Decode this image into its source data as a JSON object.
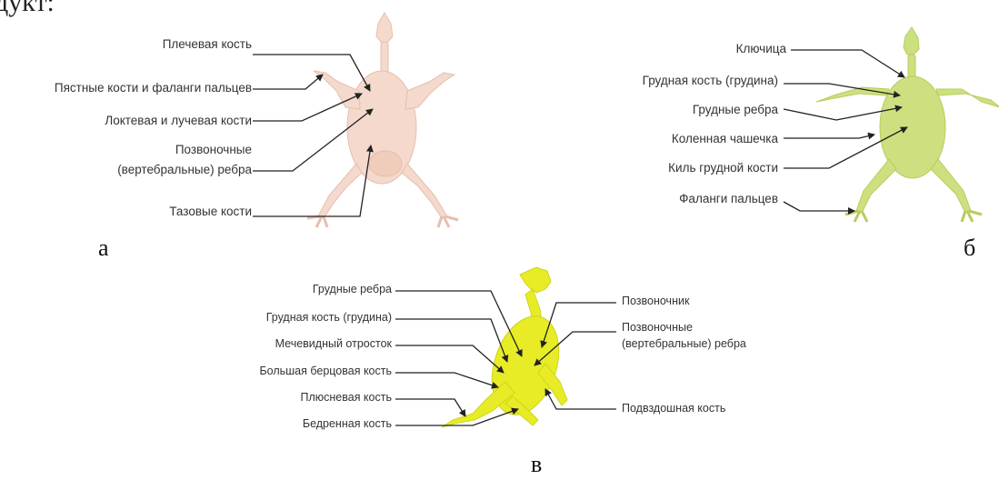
{
  "fragment_text": "дукт:",
  "panel_a": {
    "letter": "а",
    "labels": {
      "humerus": "Плечевая кость",
      "metacarpals": "Пястные кости и фаланги пальцев",
      "ulna_radius": "Локтевая и лучевая кости",
      "vert_ribs_line1": "Позвоночные",
      "vert_ribs_line2": "(вертебральные) ребра",
      "pelvis": "Тазовые кости"
    },
    "color": "#f3d6c8"
  },
  "panel_b": {
    "letter": "б",
    "labels": {
      "clavicle": "Ключица",
      "sternum": "Грудная кость (грудина)",
      "ribs": "Грудные ребра",
      "patella": "Коленная чашечка",
      "keel": "Киль грудной кости",
      "phalanges": "Фаланги пальцев"
    },
    "color": "#c9e07a"
  },
  "panel_v": {
    "letter": "в",
    "labels_left": {
      "ribs": "Грудные ребра",
      "sternum": "Грудная кость (грудина)",
      "xiphoid": "Мечевидный отросток",
      "tibia": "Большая берцовая кость",
      "metatarsal": "Плюсневая кость",
      "femur": "Бедренная кость"
    },
    "labels_right": {
      "spine": "Позвоночник",
      "vert_ribs_line1": "Позвоночные",
      "vert_ribs_line2": "(вертебральные) ребра",
      "ilium": "Подвздошная кость"
    },
    "color": "#e6ea1e"
  }
}
